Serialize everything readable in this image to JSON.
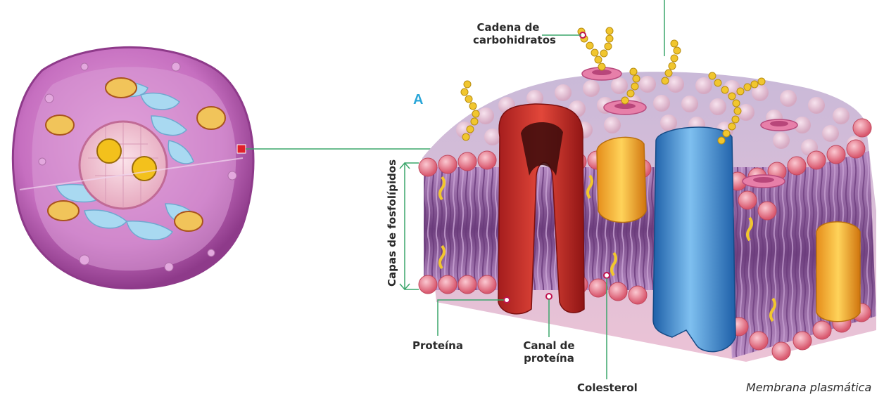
{
  "labels": {
    "carbohydrate_chain_line1": "Cadena de",
    "carbohydrate_chain_line2": "carbohidratos",
    "panel_letter": "A",
    "phospholipid_layers": "Capas de fosfolípidos",
    "protein": "Proteína",
    "protein_channel_line1": "Canal de",
    "protein_channel_line2": "proteína",
    "cholesterol": "Colesterol",
    "plasma_membrane": "Membrana plasmática"
  },
  "colors": {
    "cell_body": "#c66fc0",
    "cell_rim": "#9c3f95",
    "nucleus": "#f3c7d6",
    "er_blue": "#9fd4ee",
    "mitochondria": "#f1c45a",
    "membrane_top": "#e7b9cf",
    "phospholipid_head": "#e7798c",
    "lipid_tail": "#a86fb3",
    "channel_red": "#d9372b",
    "protein_blue": "#3d8fd6",
    "protein_orange": "#f3a72d",
    "sugar_yellow": "#f1c62e",
    "leader_line": "#3aa66a",
    "panel_letter": "#29a6d8"
  }
}
